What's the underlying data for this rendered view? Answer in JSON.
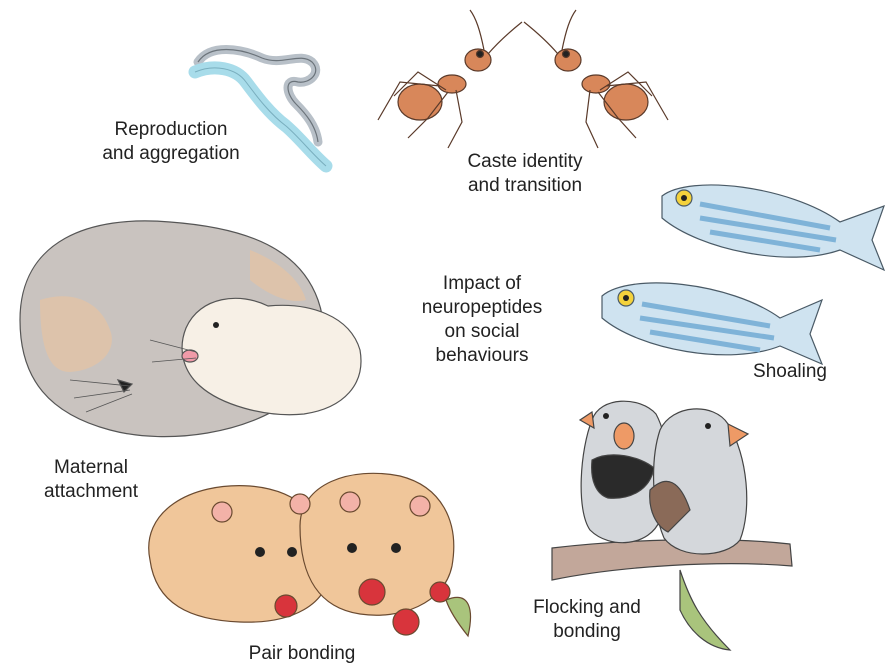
{
  "center": {
    "lines": [
      "Impact of",
      "neuropeptides",
      "on social",
      "behaviours"
    ]
  },
  "labels": [
    {
      "key": "worm",
      "icon": "worm-icon",
      "lines": [
        "Reproduction",
        "and aggregation"
      ]
    },
    {
      "key": "ants",
      "icon": "ants-icon",
      "lines": [
        "Caste identity",
        "and transition"
      ]
    },
    {
      "key": "fish",
      "icon": "zebrafish-icon",
      "lines": [
        "Shoaling"
      ]
    },
    {
      "key": "birds",
      "icon": "finches-icon",
      "lines": [
        "Flocking and",
        "bonding"
      ]
    },
    {
      "key": "voles",
      "icon": "voles-icon",
      "lines": [
        "Pair bonding"
      ]
    },
    {
      "key": "mammals",
      "icon": "mother-pup-icon",
      "lines": [
        "Maternal",
        "attachment"
      ]
    }
  ],
  "colors": {
    "worm_grey": "#b8c0c8",
    "worm_blue": "#a8dcea",
    "ant": "#d8875a",
    "fish_body": "#cfe3f0",
    "fish_stripe": "#7fb3d8",
    "fish_eye": "#f4d23c",
    "fur_grey": "#c9c3bf",
    "fur_tan": "#e2c3a6",
    "pup": "#f7f0e6",
    "vole": "#f0c69a",
    "berry": "#d8343c",
    "finch_grey": "#d4d7db",
    "finch_beak": "#ee9a66",
    "branch": "#c2a79a",
    "leaf": "#a9c47c"
  }
}
